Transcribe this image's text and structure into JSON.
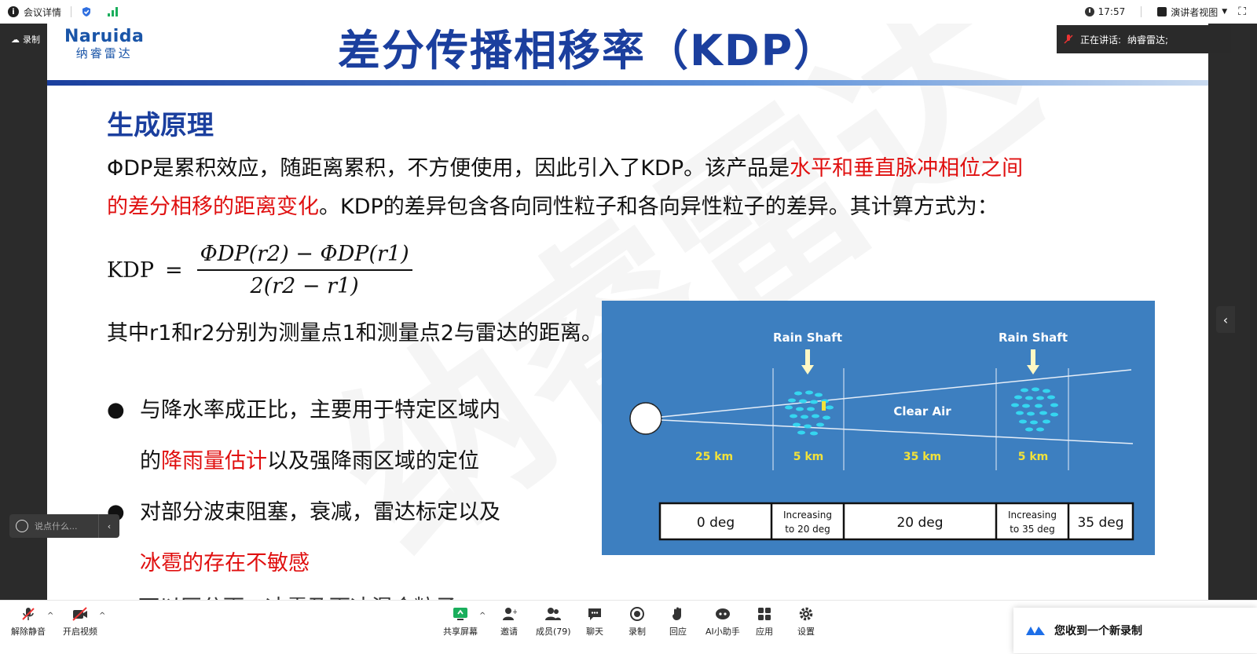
{
  "topbar": {
    "meeting_details": "会议详情",
    "time": "17:57",
    "presenter_view": "演讲者视图"
  },
  "recording_badge": "录制",
  "speaking": {
    "label": "正在讲话:",
    "speaker": "纳睿雷达;"
  },
  "slide": {
    "logo_en": "Naruida",
    "logo_cn": "纳睿雷达",
    "title": "差分传播相移率（KDP）",
    "section": "生成原理",
    "para_a": "ΦDP是累积效应，随距离累积，不方便使用，因此引入了KDP。该产品是",
    "para_red": "水平和垂直脉冲相位之间的差分相移的距离变化",
    "para_b": "。KDP的差异包含各向同性粒子和各向异性粒子的差异。其计算方式为：",
    "formula_lhs": "KDP",
    "formula_eq": "=",
    "formula_num": "ΦDP(r2) −  ΦDP(r1)",
    "formula_den": "2(r2  − r1)",
    "note": "其中r1和r2分别为测量点1和测量点2与雷达的距离。",
    "bullet1_l1": "与降水率成正比，主要用于特定区域内",
    "bullet1_l2a": "的",
    "bullet1_l2red": "降雨量估计",
    "bullet1_l2b": "以及强降雨区域的定位",
    "bullet2_l1": "对部分波束阻塞，衰减，雷达标定以及",
    "bullet2_l2red": "冰雹的存在不敏感",
    "bullet3_partial": "可以区分雨、冰雹及雨冰混合粒子",
    "watermark": "纳睿雷达"
  },
  "diagram": {
    "rain_shaft_1": "Rain Shaft",
    "rain_shaft_2": "Rain Shaft",
    "clear_air": "Clear Air",
    "dist_1": "25 km",
    "dist_2": "5 km",
    "dist_3": "35 km",
    "dist_4": "5 km",
    "phase_1": "0 deg",
    "phase_2a": "Increasing",
    "phase_2b": "to 20 deg",
    "phase_3": "20 deg",
    "phase_4a": "Increasing",
    "phase_4b": "to 35 deg",
    "phase_5": "35 deg",
    "bg_color": "#3d7fc0",
    "drop_color": "#35d6f0"
  },
  "chat": {
    "placeholder": "说点什么..."
  },
  "toolbar": {
    "unmute": "解除静音",
    "start_video": "开启视频",
    "share_screen": "共享屏幕",
    "invite": "邀请",
    "members": "成员(79)",
    "chat": "聊天",
    "record": "录制",
    "reactions": "回应",
    "ai_assistant": "AI小助手",
    "apps": "应用",
    "settings": "设置"
  },
  "toast": {
    "message": "您收到一个新录制"
  },
  "colors": {
    "title_blue": "#1b3f9e",
    "emphasis_red": "#e01010"
  }
}
